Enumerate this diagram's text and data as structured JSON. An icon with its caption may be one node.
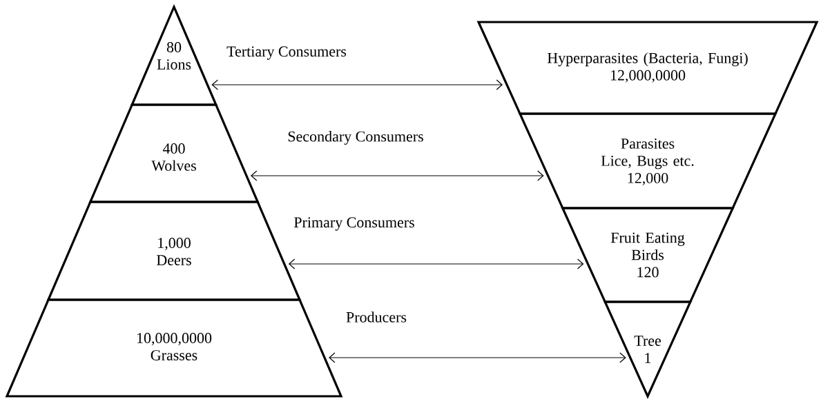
{
  "diagram": {
    "nodes": [
      {
        "text": [
          "80",
          "Lions"
        ]
      },
      {
        "text": [
          "400",
          "Wolves"
        ]
      },
      {
        "text": [
          "1,000",
          "Deers"
        ]
      },
      {
        "text": [
          "10,000,0000",
          "Grasses"
        ]
      },
      {
        "text": [
          "Hyperparasites (Bacteria,  Fungi)",
          "12,000,0000"
        ]
      },
      {
        "text": [
          "Parasites",
          "Lice, Bugs etc.",
          "12,000"
        ]
      },
      {
        "text": [
          "Fruit Eating Birds",
          "120"
        ]
      },
      {
        "text": [
          "Tree",
          "1"
        ]
      }
    ],
    "edges": [
      {
        "from": 0,
        "to": 4,
        "arrow": "both",
        "label": "Tertiary Consumers"
      },
      {
        "from": 1,
        "to": 5,
        "arrow": "both",
        "label": "Secondary Consumers"
      },
      {
        "from": 2,
        "to": 6,
        "arrow": "both",
        "label": "Primary Consumers"
      },
      {
        "from": 3,
        "to": 7,
        "arrow": "both",
        "label": "Producers"
      }
    ]
  }
}
